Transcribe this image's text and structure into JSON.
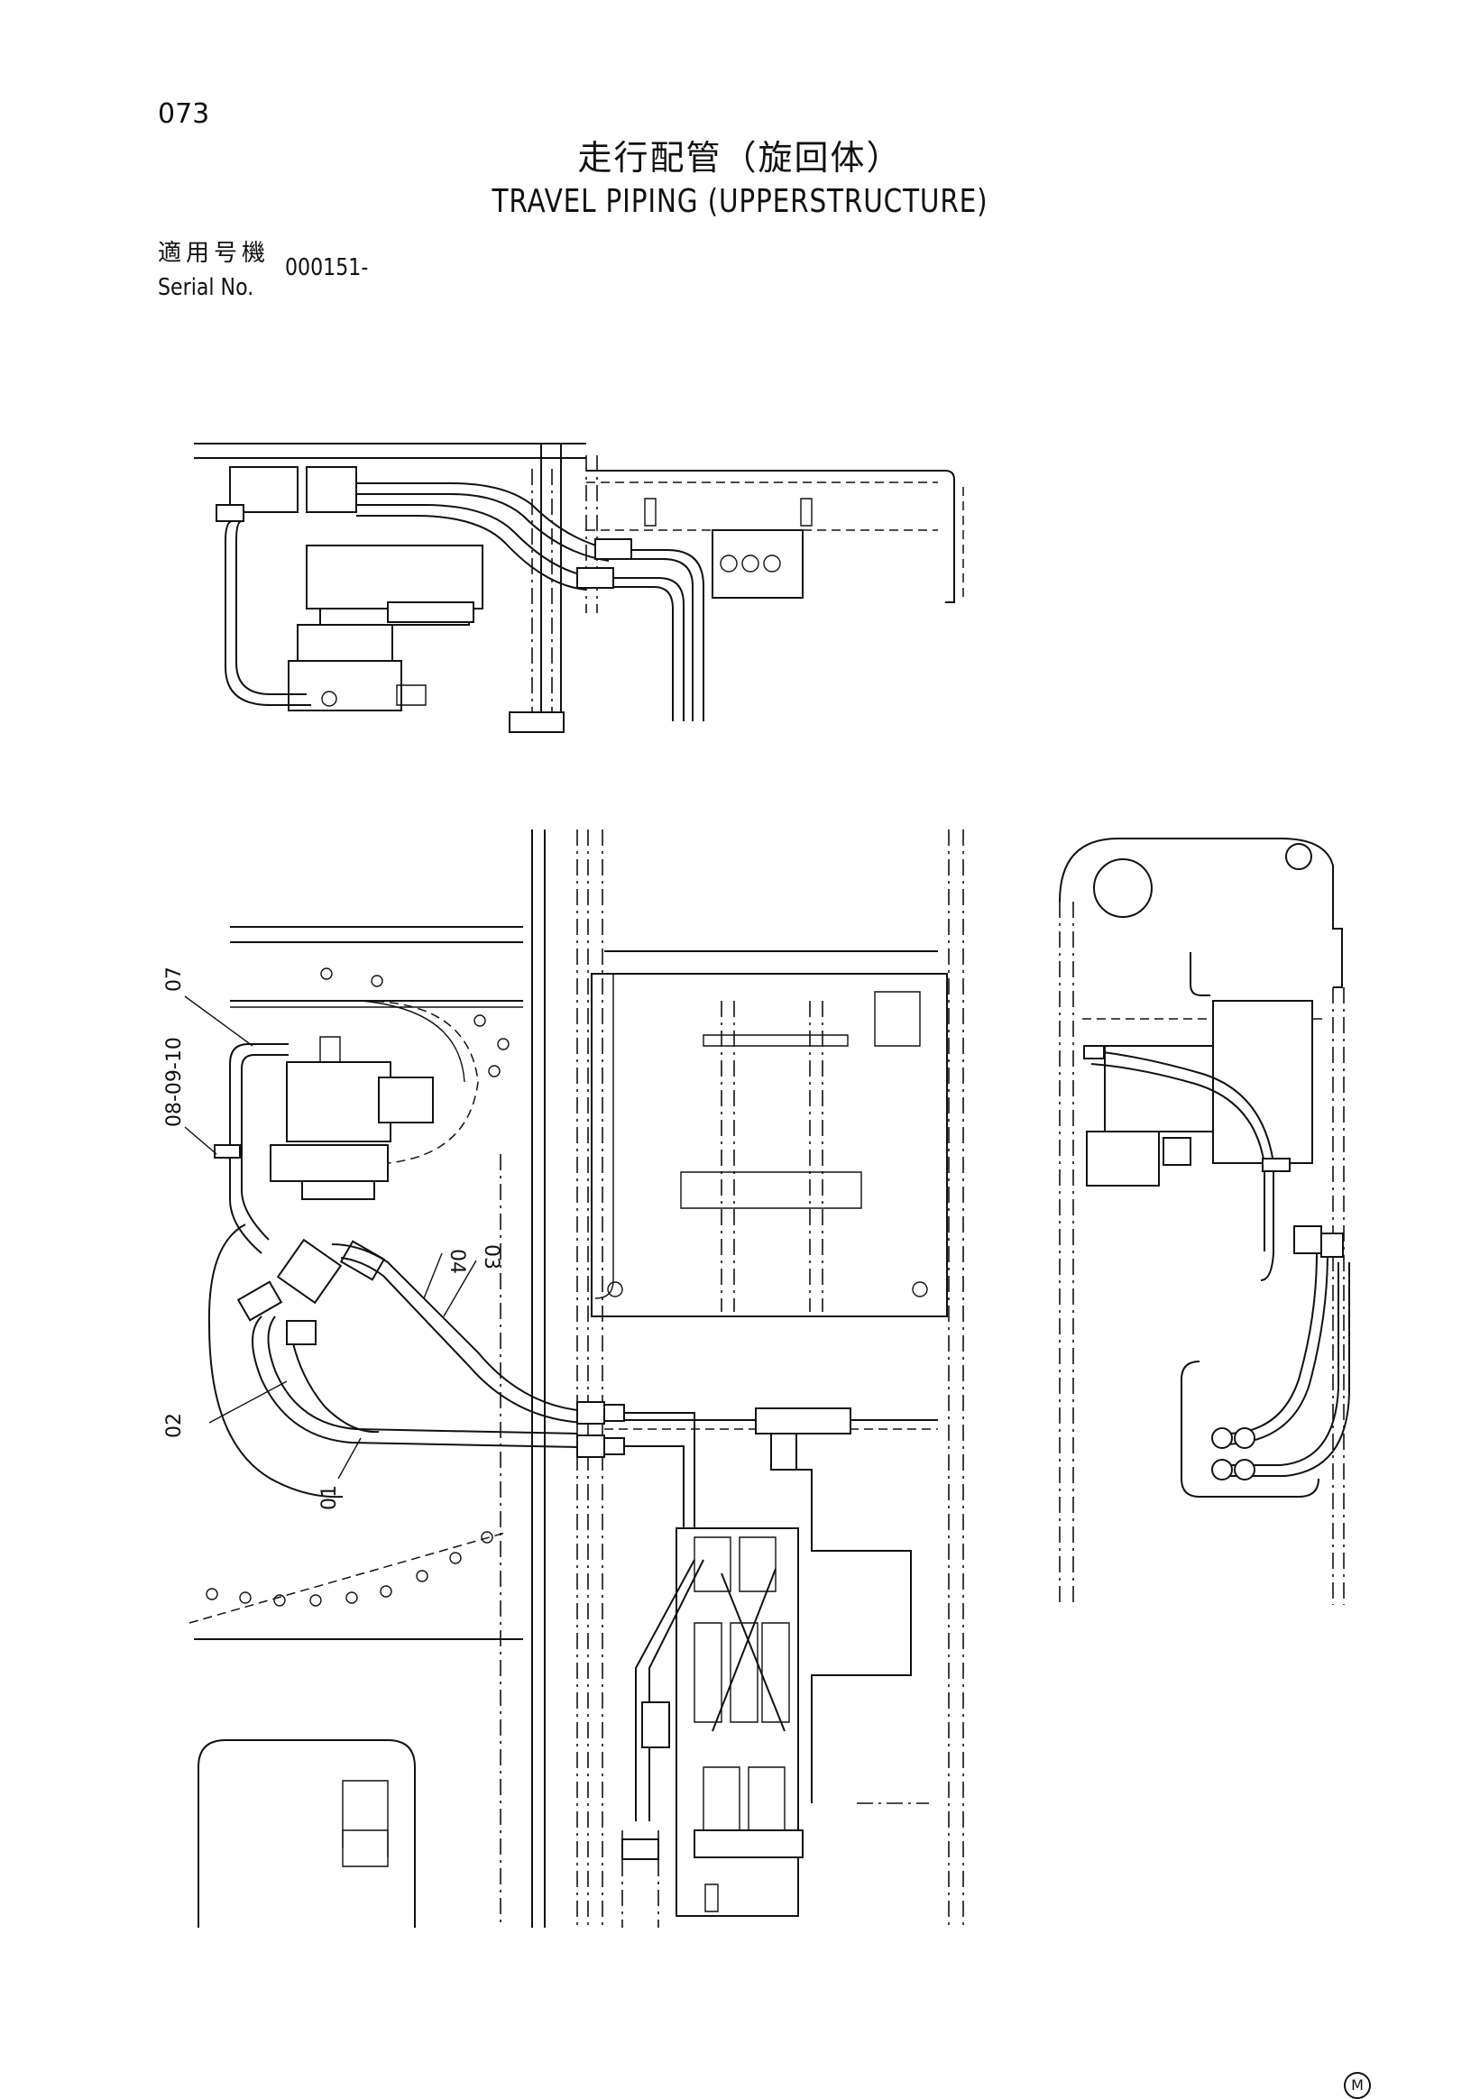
{
  "page": {
    "number": "073"
  },
  "title": {
    "japanese": "走行配管（旋回体）",
    "english": "TRAVEL PIPING (UPPERSTRUCTURE)"
  },
  "serial": {
    "label_jp": "適用号機",
    "label_en": "Serial No.",
    "value": "000151-"
  },
  "callouts": {
    "c01": "01",
    "c02": "02",
    "c03": "03",
    "c04": "04",
    "c07": "07",
    "c08": "08-09-10"
  },
  "footer": {
    "mark": "M"
  }
}
